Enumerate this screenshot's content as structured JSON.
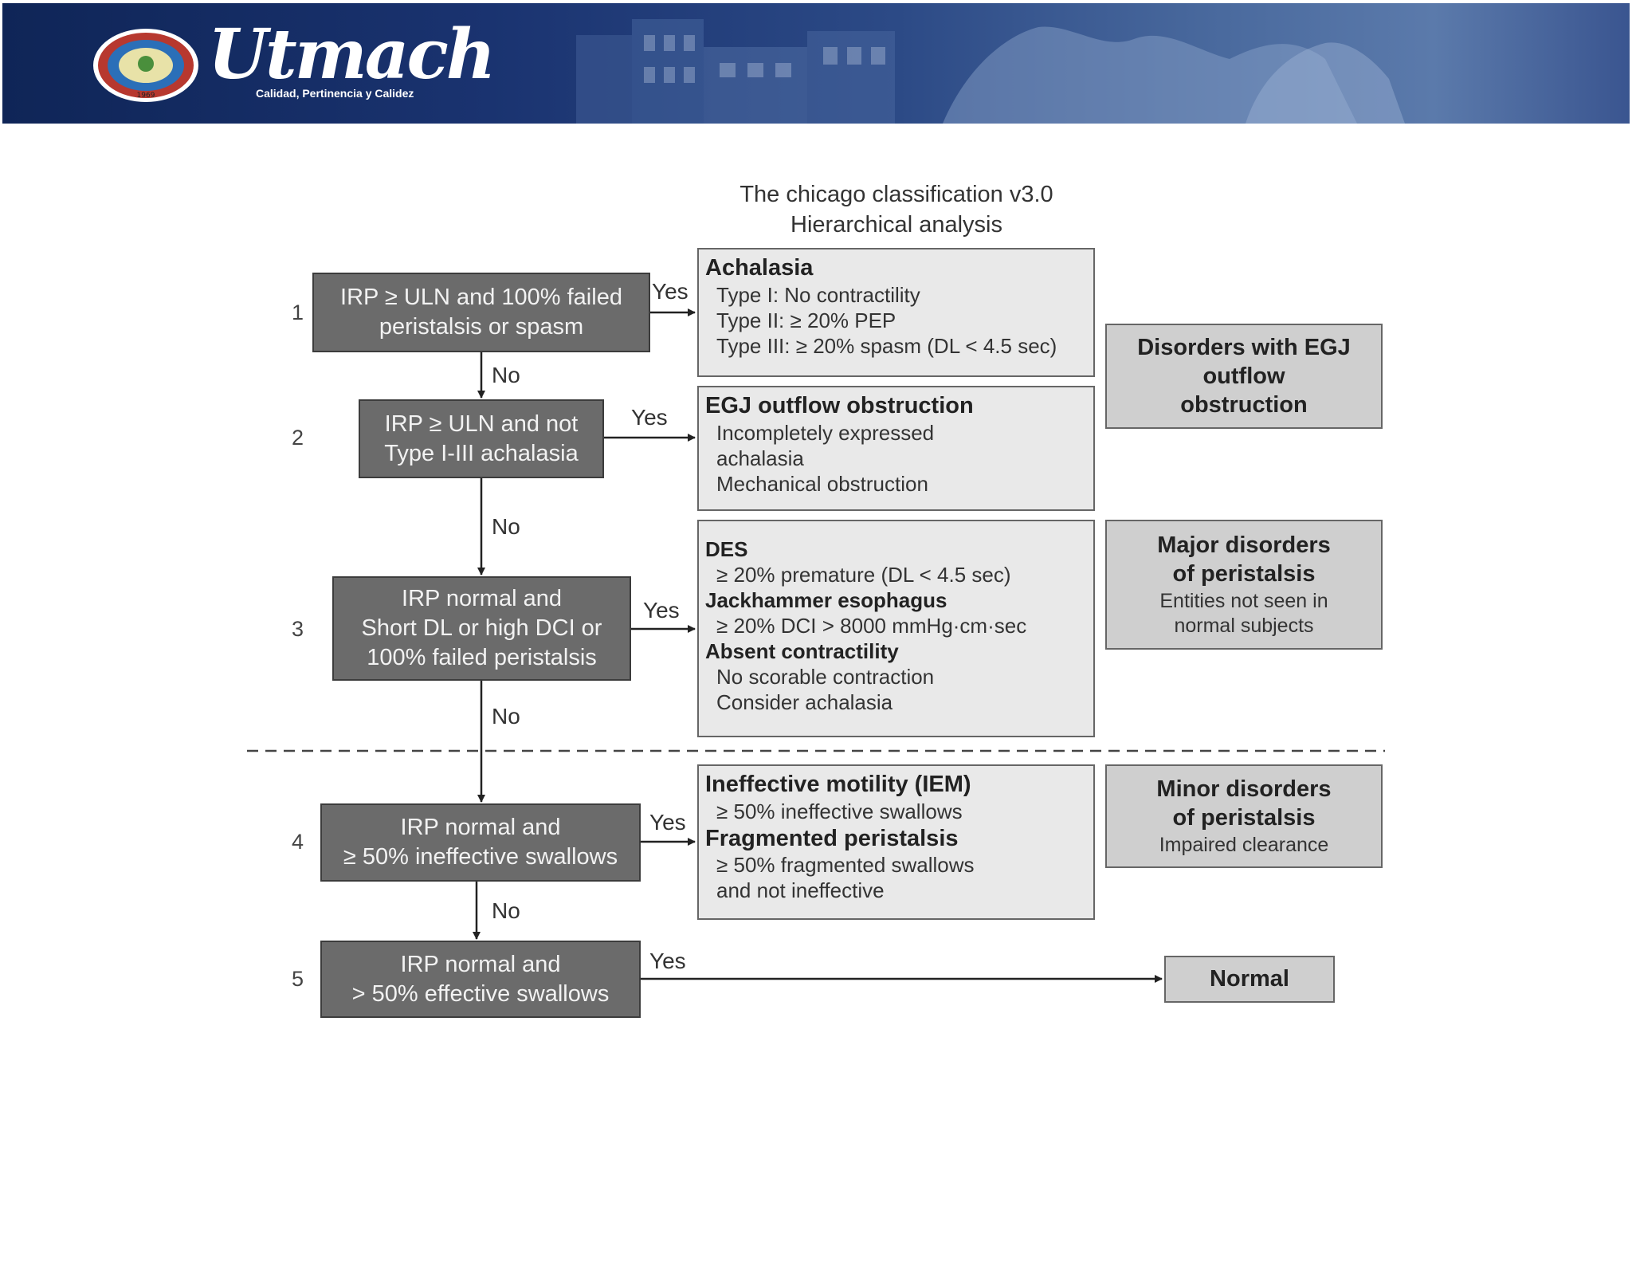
{
  "header": {
    "brand": "Utmach",
    "tagline": "Calidad, Pertinencia y Calidez",
    "seal_text": "1969"
  },
  "diagram": {
    "title_line1": "The chicago classification v3.0",
    "title_line2": "Hierarchical analysis",
    "steps": [
      {
        "number": "1",
        "lines": [
          "IRP ≥ ULN and 100% failed",
          "peristalsis or spasm"
        ]
      },
      {
        "number": "2",
        "lines": [
          "IRP ≥ ULN and not",
          "Type I-III achalasia"
        ]
      },
      {
        "number": "3",
        "lines": [
          "IRP normal and",
          "Short DL or high DCI or",
          "100% failed peristalsis"
        ]
      },
      {
        "number": "4",
        "lines": [
          "IRP normal and",
          "≥ 50% ineffective swallows"
        ]
      },
      {
        "number": "5",
        "lines": [
          "IRP normal and",
          "> 50% effective swallows"
        ]
      }
    ],
    "yes_label": "Yes",
    "no_label": "No",
    "results": {
      "achalasia": {
        "heading": "Achalasia",
        "lines": [
          "Type I: No contractility",
          "Type II: ≥ 20% PEP",
          "Type III: ≥ 20% spasm (DL < 4.5 sec)"
        ]
      },
      "egj": {
        "heading": "EGJ outflow obstruction",
        "lines": [
          "Incompletely expressed",
          "achalasia",
          "Mechanical obstruction"
        ]
      },
      "major": {
        "des_heading": "DES",
        "des_line": "≥ 20% premature (DL < 4.5 sec)",
        "jack_heading": "Jackhammer esophagus",
        "jack_line": "≥ 20% DCI > 8000 mmHg·cm·sec",
        "absent_heading": "Absent contractility",
        "absent_lines": [
          "No scorable contraction",
          "Consider achalasia"
        ]
      },
      "minor": {
        "iem_heading": "Ineffective motility (IEM)",
        "iem_line": "≥ 50% ineffective swallows",
        "frag_heading": "Fragmented peristalsis",
        "frag_lines": [
          "≥ 50% fragmented swallows",
          "and not ineffective"
        ]
      },
      "normal": "Normal"
    },
    "categories": {
      "egj": {
        "lines": [
          "Disorders with EGJ",
          "outflow",
          "obstruction"
        ]
      },
      "major": {
        "heading_lines": [
          "Major disorders",
          "of peristalsis"
        ],
        "sub_lines": [
          "Entities not seen in",
          "normal subjects"
        ]
      },
      "minor": {
        "heading_lines": [
          "Minor disorders",
          "of peristalsis"
        ],
        "sub_lines": [
          "Impaired clearance"
        ]
      }
    }
  }
}
